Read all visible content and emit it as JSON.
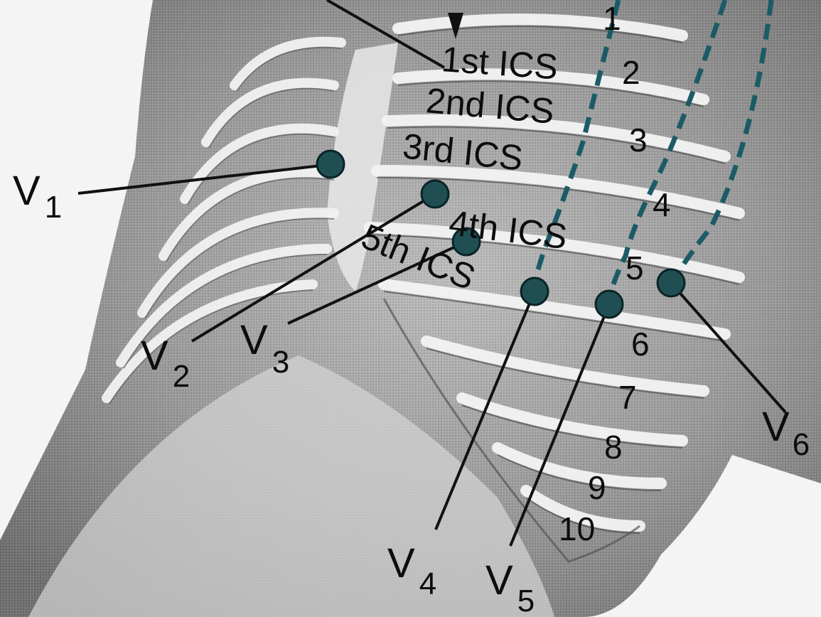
{
  "ics_labels": {
    "first": "1st ICS",
    "second": "2nd ICS",
    "third": "3rd ICS",
    "fourth": "4th ICS",
    "fifth": "5th ICS"
  },
  "rib_numbers": [
    "1",
    "2",
    "3",
    "4",
    "5",
    "6",
    "7",
    "8",
    "9",
    "10"
  ],
  "leads": [
    {
      "letter": "V",
      "sub": "1"
    },
    {
      "letter": "V",
      "sub": "2"
    },
    {
      "letter": "V",
      "sub": "3"
    },
    {
      "letter": "V",
      "sub": "4"
    },
    {
      "letter": "V",
      "sub": "5"
    },
    {
      "letter": "V",
      "sub": "6"
    }
  ],
  "colors": {
    "electrode": "#1f4f52",
    "reference_line": "#1b5b66",
    "ink": "#0d0d0d",
    "skin_dark": "#6e6e6e",
    "skin_light": "#d2d2d2"
  }
}
